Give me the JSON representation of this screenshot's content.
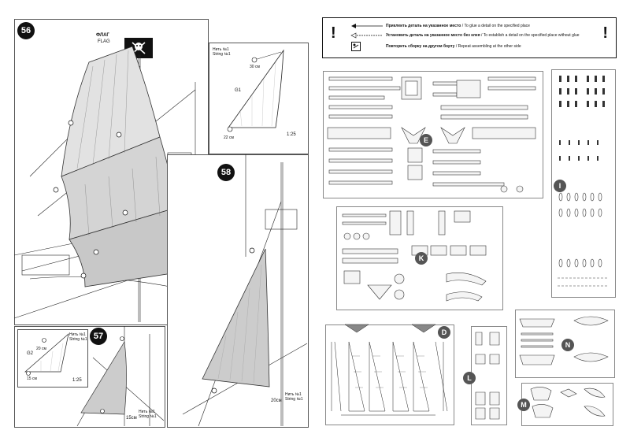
{
  "steps": {
    "s56": "56",
    "s57": "57",
    "s58": "58"
  },
  "flag": {
    "ru": "ФЛАГ",
    "en": "FLAG"
  },
  "insets": {
    "main_sail": {
      "thread": "Нить №1",
      "thread_en": "String №1",
      "top_len": "30 см",
      "bottom_len": "22 см",
      "part": "G1",
      "scale": "1:25"
    },
    "small_sail": {
      "thread": "Нить №1",
      "thread_en": "String №1",
      "top_len": "20 см",
      "bottom_len": "15 см",
      "part": "G2",
      "scale": "1:25"
    }
  },
  "callouts": {
    "c57_len": "15см",
    "c57_thread": "Нить №1",
    "c57_thread_en": "String №1",
    "c58_len": "20см",
    "c58_thread": "Нить №1",
    "c58_thread_en": "String №1"
  },
  "legend": {
    "glue_ru": "Приклеить деталь на указанное место",
    "glue_en": "To glue a detail on the specified place",
    "noglue_ru": "Установить деталь на указанное место без клея",
    "noglue_en": "To establish a detail on the specified place without glue",
    "repeat_ru": "Повторить сборку на другом борту",
    "repeat_en": "Repeat assembling at the other side",
    "sep": "/",
    "excl": "!"
  },
  "sprues": {
    "E": "E",
    "I": "I",
    "K": "K",
    "D": "D",
    "L": "L",
    "N": "N",
    "M": "M"
  }
}
